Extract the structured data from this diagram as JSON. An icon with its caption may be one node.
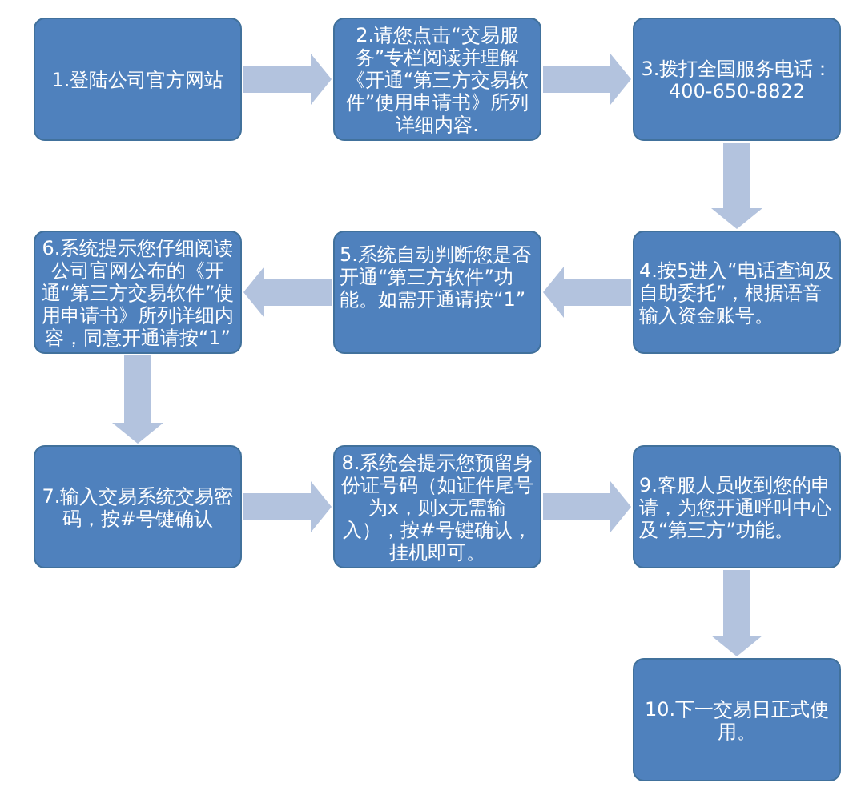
{
  "diagram": {
    "nodes": [
      {
        "text": [
          "1.登陆公司官方网站"
        ]
      },
      {
        "text": [
          "2.请您点击“交易服务”专栏阅读并理解《开通“第三方交易软件”使用申请书》所列详细内容."
        ]
      },
      {
        "text": [
          "3.拨打全国服务电话：400-650-8822"
        ]
      },
      {
        "text": [
          "4.按5进入“电话查询及自助委托”，根据语音输入资金账号。"
        ]
      },
      {
        "text": [
          "5.系统自动判断您是否开通“第三方软件”功能。如需开通请按“1”"
        ]
      },
      {
        "text": [
          "6.系统提示您仔细阅读公司官网公布的《开通“第三方交易软件”使用申请书》所列详细内容，同意开通请按“1”"
        ]
      },
      {
        "text": [
          "7.输入交易系统交易密码，按#号键确认"
        ]
      },
      {
        "text": [
          "8.系统会提示您预留身份证号码（如证件尾号为x，则x无需输入），按#号键确认，挂机即可。"
        ]
      },
      {
        "text": [
          "9.客服人员收到您的申请，为您开通呼叫中心及“第三方”功能。"
        ]
      },
      {
        "text": [
          "10.下一交易日正式使用。"
        ]
      }
    ],
    "edges": [
      {
        "from": 0,
        "to": 1,
        "arrow": "to"
      },
      {
        "from": 1,
        "to": 2,
        "arrow": "to"
      },
      {
        "from": 2,
        "to": 3,
        "arrow": "to"
      },
      {
        "from": 3,
        "to": 4,
        "arrow": "to"
      },
      {
        "from": 4,
        "to": 5,
        "arrow": "to"
      },
      {
        "from": 5,
        "to": 6,
        "arrow": "to"
      },
      {
        "from": 6,
        "to": 7,
        "arrow": "to"
      },
      {
        "from": 7,
        "to": 8,
        "arrow": "to"
      },
      {
        "from": 8,
        "to": 9,
        "arrow": "to"
      }
    ]
  }
}
